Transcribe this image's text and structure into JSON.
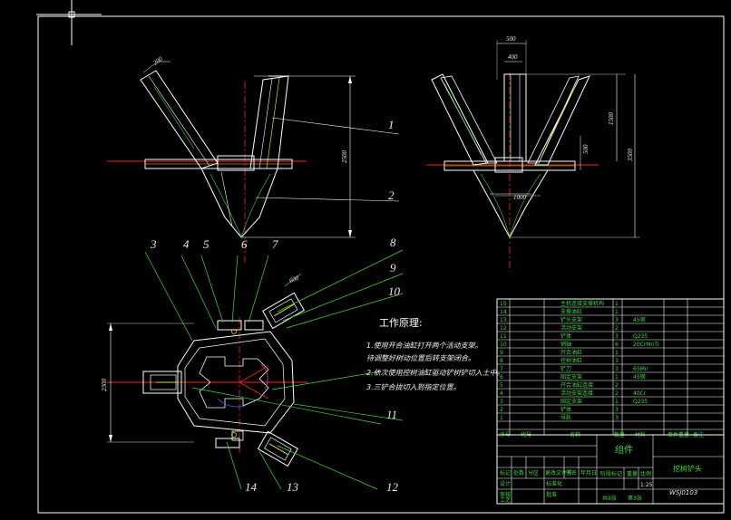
{
  "dimensions": {
    "front_top_width": "200",
    "front_height": "2500",
    "side_outer_width": "500",
    "side_inner_width": "400",
    "side_upper_height": "1500",
    "side_total_height": "3500",
    "side_mid_height": "500",
    "side_tip_width": "1000",
    "top_small": "600",
    "top_height": "2300"
  },
  "callouts": [
    "1",
    "2",
    "3",
    "4",
    "5",
    "6",
    "7",
    "8",
    "9",
    "10",
    "11",
    "12",
    "13",
    "14"
  ],
  "notes": {
    "title": "工作原理:",
    "lines": [
      "1.使用开合油缸打开两个活动支架。",
      "  待调整好树动位置后转支架闭合。",
      "2.依次使用控树油缸驱动铲树铲切入土中。",
      "3.三铲合拢切入到指定位置。"
    ]
  },
  "bom": {
    "rows": [
      {
        "no": "15",
        "name": "主机连接支撑机构",
        "qty": "1",
        "mat": ""
      },
      {
        "no": "14",
        "name": "支撑油缸",
        "qty": "1",
        "mat": ""
      },
      {
        "no": "13",
        "name": "铲头支架",
        "qty": "3",
        "mat": "45钢"
      },
      {
        "no": "12",
        "name": "活动支架",
        "qty": "2",
        "mat": ""
      },
      {
        "no": "11",
        "name": "铲体",
        "qty": "3",
        "mat": "Q235"
      },
      {
        "no": "10",
        "name": "销轴",
        "qty": "6",
        "mat": "20CrMnTi"
      },
      {
        "no": "9",
        "name": "开合油缸",
        "qty": "1",
        "mat": ""
      },
      {
        "no": "8",
        "name": "控树油缸",
        "qty": "3",
        "mat": ""
      },
      {
        "no": "7",
        "name": "铲刀",
        "qty": "3",
        "mat": "65Mn"
      },
      {
        "no": "6",
        "name": "固定支架",
        "qty": "1",
        "mat": "45钢"
      },
      {
        "no": "5",
        "name": "开合油缸连接",
        "qty": "2",
        "mat": ""
      },
      {
        "no": "4",
        "name": "活动支架连接",
        "qty": "2",
        "mat": "40Cr"
      },
      {
        "no": "3",
        "name": "固定支架",
        "qty": "1",
        "mat": "Q235"
      },
      {
        "no": "2",
        "name": "铲体",
        "qty": "3",
        "mat": ""
      },
      {
        "no": "1",
        "name": "导轨",
        "qty": "3",
        "mat": ""
      }
    ],
    "header": {
      "no": "序号",
      "code": "代号",
      "name": "名称",
      "qty": "数量",
      "mat": "材料",
      "weight": "单件重量",
      "note": "备注"
    }
  },
  "title_block": {
    "part_name": "组件",
    "drawing_name": "挖树铲头",
    "drawing_code": "WSJ0103",
    "sheet_total": "共9张",
    "sheet_no": "第3张",
    "scale": "1:25",
    "rows": [
      "标记",
      "处数",
      "分区",
      "更改文件号",
      "签名",
      "年月日"
    ],
    "roles": [
      "设计",
      "审核",
      "工艺",
      "标准化",
      "批准"
    ],
    "stage": "阶段标记",
    "weight": "重量",
    "scale_label": "比例"
  },
  "colors": {
    "outline": "#ffffff",
    "green": "#3cdc3c",
    "yellow": "#e8d818",
    "red": "#ff2020",
    "magenta": "#c040c0",
    "blue": "#4060ff"
  }
}
